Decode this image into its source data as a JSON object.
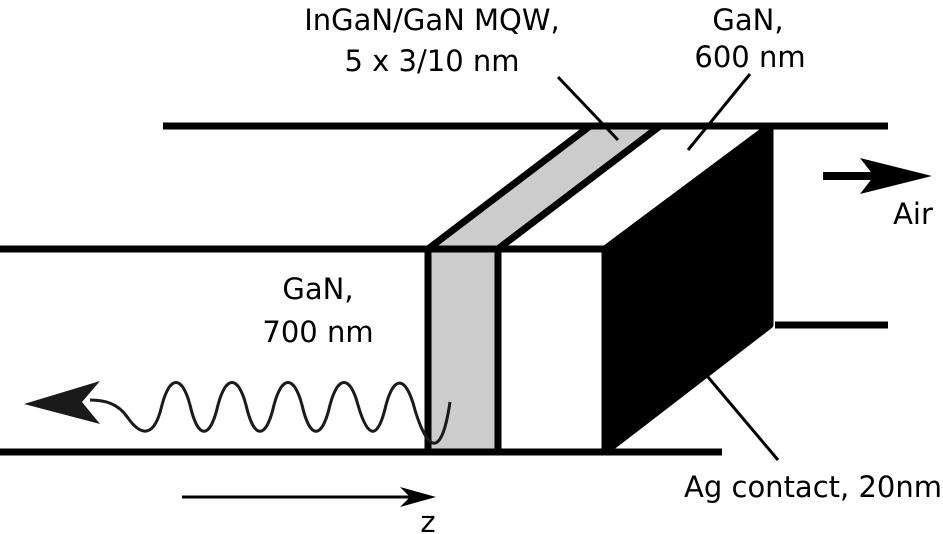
{
  "labels": {
    "mqw_line1": "InGaN/GaN MQW,",
    "mqw_line2": "5 x 3/10 nm",
    "gan_top_line1": "GaN,",
    "gan_top_line2": "600 nm",
    "gan_left_line1": "GaN,",
    "gan_left_line2": "700 nm",
    "air": "Air",
    "ag_contact": "Ag contact, 20nm",
    "z_axis": "z"
  },
  "colors": {
    "stroke": "#000000",
    "mqw_fill": "#cccccc",
    "gan_fill": "#ffffff",
    "ag_fill": "#000000"
  },
  "icons": [
    "air-direction-arrow",
    "emission-wave",
    "z-axis-arrow"
  ]
}
